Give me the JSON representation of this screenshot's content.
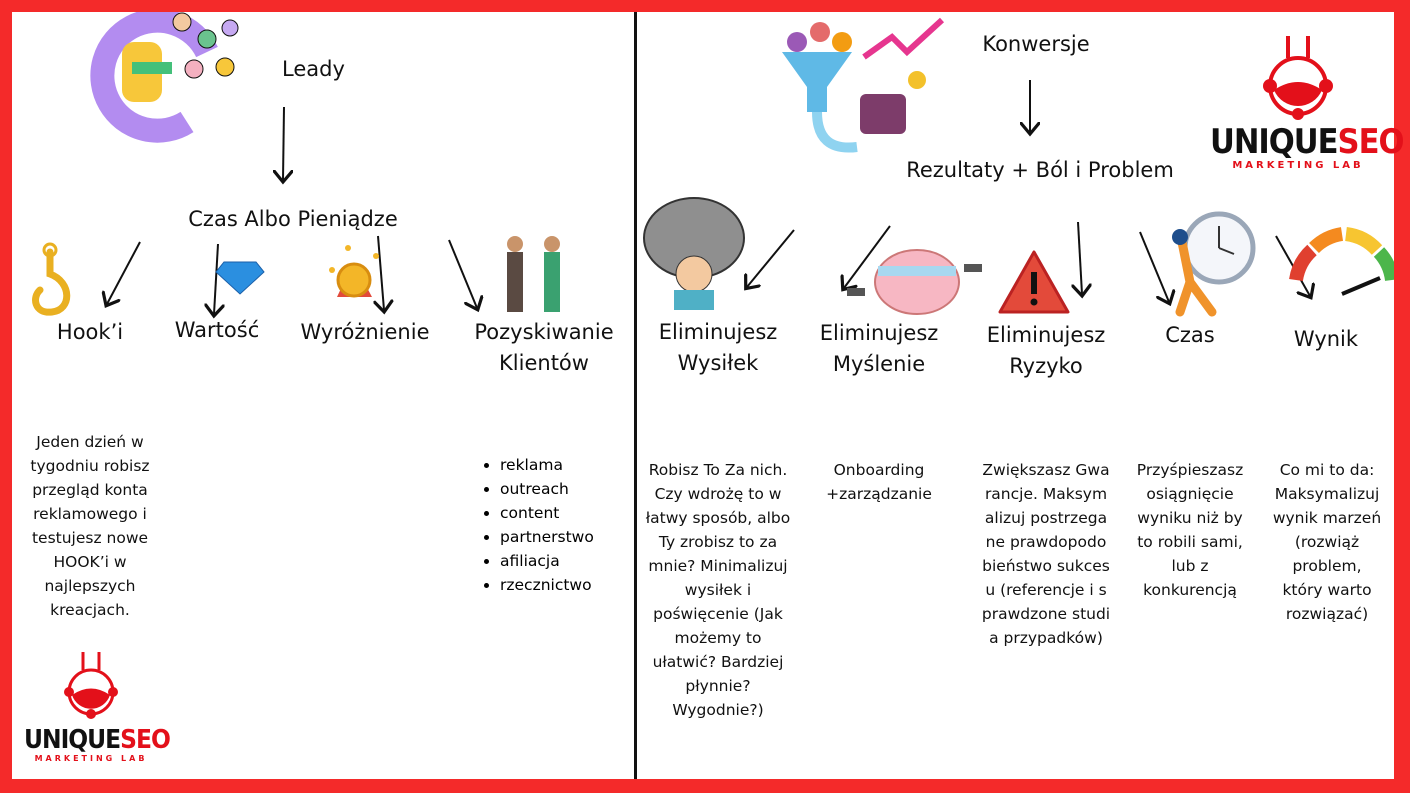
{
  "colors": {
    "frame": "#f42a2a",
    "brand_red": "#e3101a",
    "text": "#111111"
  },
  "left": {
    "title": "Leady",
    "subtitle": "Czas Albo Pieniądze",
    "columns": [
      {
        "label": "Hook’i",
        "icon": "hook-icon"
      },
      {
        "label": "Wartość",
        "icon": "diamond-icon"
      },
      {
        "label": "Wyróżnienie",
        "icon": "award-medal-icon"
      },
      {
        "label": "Pozyskiwanie Klientów",
        "line1": "Pozyskiwanie",
        "line2": "Klientów",
        "icon": "handshake-icon"
      }
    ],
    "hook_description": "Jeden dzień w tygodniu robisz przegląd konta reklamowego i testujesz nowe HOOK’i w najlepszych kreacjach.",
    "acquisition_list": [
      "reklama",
      "outreach",
      "content",
      "partnerstwo",
      "afiliacja",
      "rzecznictwo"
    ]
  },
  "right": {
    "title": "Konwersje",
    "subtitle": "Rezultaty + Ból i Problem",
    "columns": [
      {
        "line1": "Eliminujesz",
        "line2": "Wysiłek",
        "icon": "lifting-boulder-icon",
        "description": "Robisz To Za nich. Czy wdrożę to w łatwy sposób, albo Ty zrobisz to za mnie? Minimalizuj wysiłek i poświęcenie (Jak możemy to ułatwić? Bardziej płynnie? Wygodnie?)"
      },
      {
        "line1": "Eliminujesz",
        "line2": "Myślenie",
        "icon": "brain-icon",
        "description": "Onboarding +zarządzanie"
      },
      {
        "line1": "Eliminujesz",
        "line2": "Ryzyko",
        "icon": "warning-icon",
        "description": "Zwiększasz Gwarancje. Maksymalizuj postrzegane prawdopodobieństwo sukcesu (referencje i sprawdzone studia przypadków)"
      },
      {
        "line1": "Czas",
        "line2": "",
        "icon": "clock-icon",
        "description": "Przyśpieszasz osiągnięcie wyniku niż by to robili sami, lub z konkurencją"
      },
      {
        "line1": "Wynik",
        "line2": "",
        "icon": "gauge-icon",
        "description": "Co mi to da: Maksymalizuj wynik marzeń (rozwiąż problem, który warto rozwiązać)"
      }
    ]
  },
  "logo": {
    "brand_black": "UNIQUE",
    "brand_red": "SEO",
    "tagline": "MARKETING LAB"
  }
}
